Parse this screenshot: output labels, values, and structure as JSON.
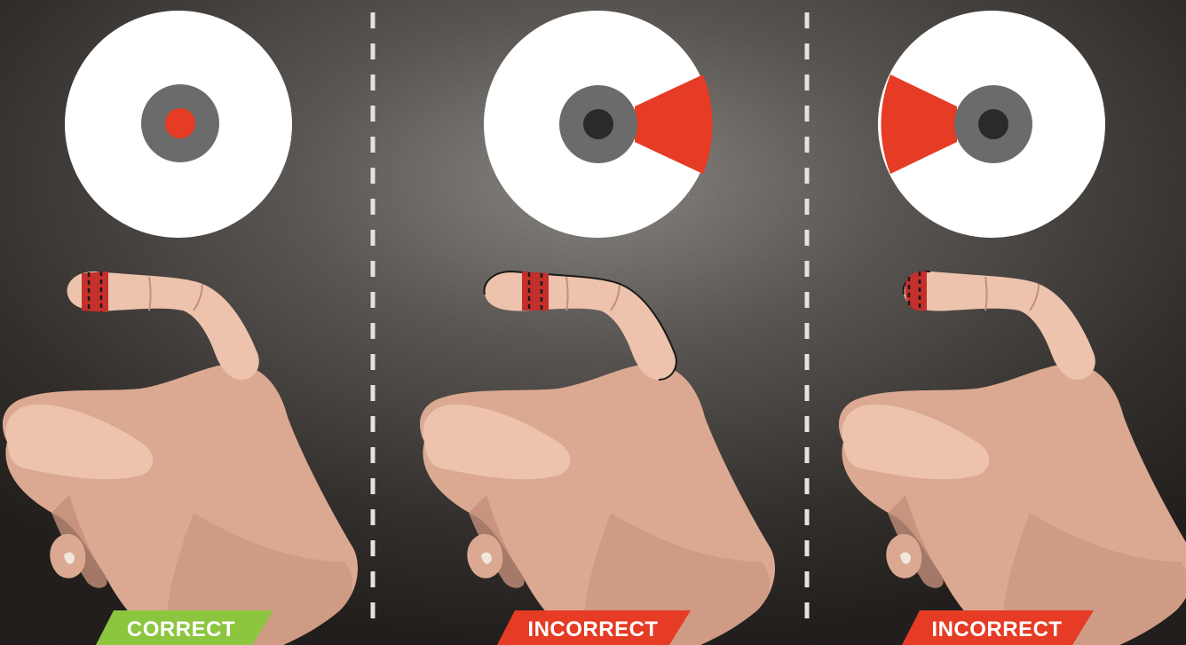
{
  "panels": [
    {
      "label": "CORRECT",
      "status": "correct",
      "badge_color": "#8cc63f",
      "spread": "none"
    },
    {
      "label": "INCORRECT",
      "status": "incorrect",
      "badge_color": "#e63b24",
      "spread": "right"
    },
    {
      "label": "INCORRECT",
      "status": "incorrect",
      "badge_color": "#e63b24",
      "spread": "left"
    }
  ],
  "colors": {
    "target_face": "#ffffff",
    "target_ring": "#6b6b6b",
    "hit_red": "#e63b24",
    "bull_dark": "#2a2a2a",
    "skin": "#dba992",
    "skin_shadow": "#c48f7a",
    "skin_highlight": "#edc3ad",
    "finger_mark": "#c4302b",
    "divider": "#e6e2dc"
  }
}
